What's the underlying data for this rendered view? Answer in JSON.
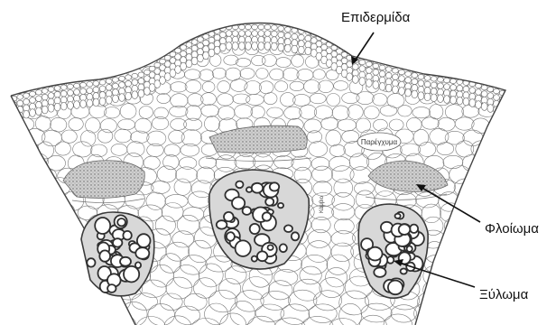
{
  "figure": {
    "labels": {
      "epidermis": "Επιδερμίδα",
      "phloem": "Φλοίωμα",
      "xylem": "Ξύλωμα",
      "parenchyma": "Παρέγχυμα",
      "cambium": "Κάμβιο"
    },
    "colors": {
      "background": "#ffffff",
      "line": "#555555",
      "xylem_wall": "#3a3a3a",
      "phloem_fill": "#bdbdbd",
      "label": "#111111"
    }
  }
}
